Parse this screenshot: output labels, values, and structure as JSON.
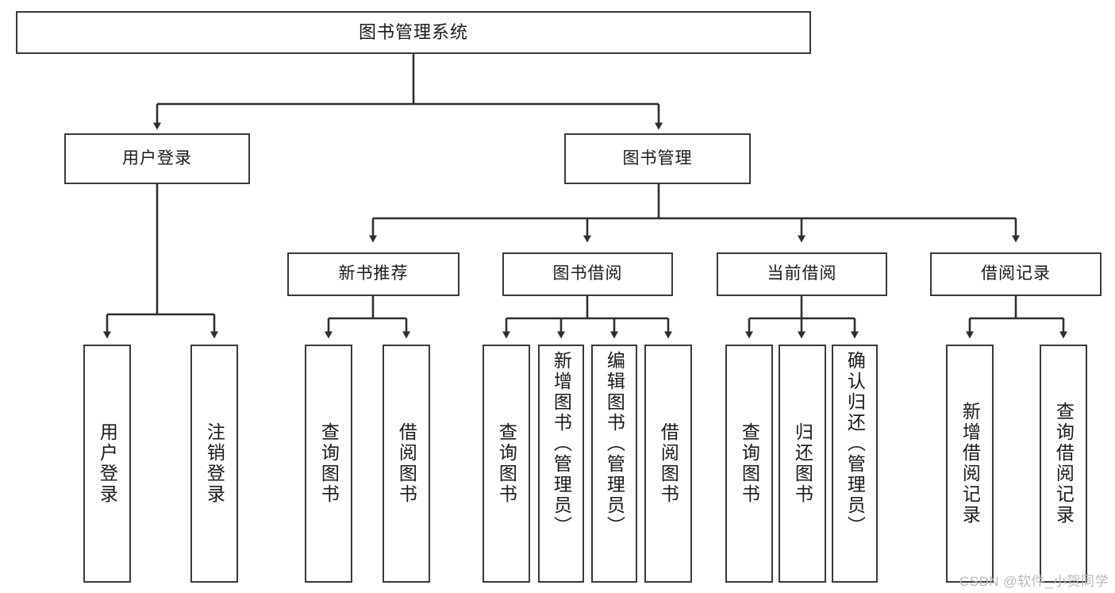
{
  "diagram": {
    "type": "tree-hierarchy-chart",
    "title": "图书管理系统",
    "root": {
      "label": "图书管理系统"
    },
    "level2": [
      {
        "label": "用户登录"
      },
      {
        "label": "图书管理"
      }
    ],
    "level3": [
      {
        "label": "新书推荐"
      },
      {
        "label": "图书借阅"
      },
      {
        "label": "当前借阅"
      },
      {
        "label": "借阅记录"
      }
    ],
    "leaves": {
      "user_login": [
        {
          "label": "用户登录"
        },
        {
          "label": "注销登录"
        }
      ],
      "new_book_recommend": [
        {
          "label": "查询图书"
        },
        {
          "label": "借阅图书"
        }
      ],
      "book_borrow": [
        {
          "label": "查询图书"
        },
        {
          "label": "新增图书（管理员）"
        },
        {
          "label": "编辑图书（管理员）"
        },
        {
          "label": "借阅图书"
        }
      ],
      "current_borrow": [
        {
          "label": "查询图书"
        },
        {
          "label": "归还图书"
        },
        {
          "label": "确认归还（管理员）"
        }
      ],
      "borrow_record": [
        {
          "label": "新增借阅记录"
        },
        {
          "label": "查询借阅记录"
        }
      ]
    }
  },
  "watermark": {
    "text": "CSDN @软件_小贺同学"
  },
  "colors": {
    "stroke": "#3a3a3a",
    "text": "#1a1a1a",
    "background": "#ffffff",
    "watermark": "#b9b9b9"
  }
}
